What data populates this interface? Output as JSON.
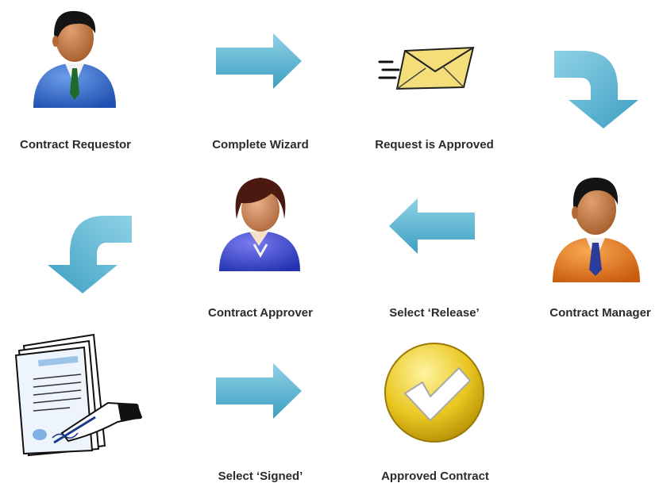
{
  "diagram": {
    "steps": [
      {
        "label": "Contract Requestor",
        "icon": "businessman-blue-icon"
      },
      {
        "label": "Complete Wizard",
        "icon": "arrow-right-icon"
      },
      {
        "label": "Request is Approved",
        "icon": "envelope-icon"
      },
      {
        "label": "Contract Manager",
        "icon": "businessman-orange-icon"
      },
      {
        "label": "Select ‘Release’",
        "icon": "arrow-left-icon"
      },
      {
        "label": "Contract Approver",
        "icon": "businesswoman-icon"
      },
      {
        "label": "Select ‘Signed’",
        "icon": "arrow-right-icon"
      },
      {
        "label": "Approved Contract",
        "icon": "checkmark-badge-icon"
      }
    ],
    "colors": {
      "arrow": "#5bb6d3",
      "requestor_suit": "#2c63c6",
      "manager_suit": "#e2781c",
      "approver_suit": "#2f3fc4",
      "envelope": "#f4de7a",
      "badge": "#e9c620"
    }
  }
}
